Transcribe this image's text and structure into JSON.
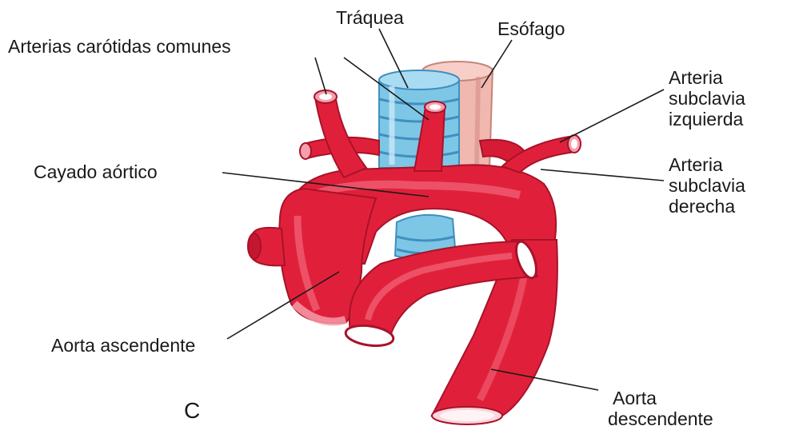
{
  "labels": {
    "traquea": "Tráquea",
    "esofago": "Esófago",
    "carotidas": "Arterias carótidas comunes",
    "subclavia_izq": [
      "Arteria",
      "subclavia",
      "izquierda"
    ],
    "cayado": "Cayado aórtico",
    "subclavia_der": [
      "Arteria",
      "subclavia",
      "derecha"
    ],
    "aorta_asc": "Aorta ascendente",
    "aorta_desc": [
      "Aorta",
      "descendente"
    ],
    "panel": "C"
  },
  "colors": {
    "artery": "#e0203a",
    "artery_dark": "#b8152c",
    "artery_light": "#f2667a",
    "trachea": "#7ec6e6",
    "trachea_dark": "#3f8fbf",
    "esophagus": "#f1b8b0",
    "esophagus_dark": "#d68f86",
    "leader": "#1a1a1a"
  }
}
